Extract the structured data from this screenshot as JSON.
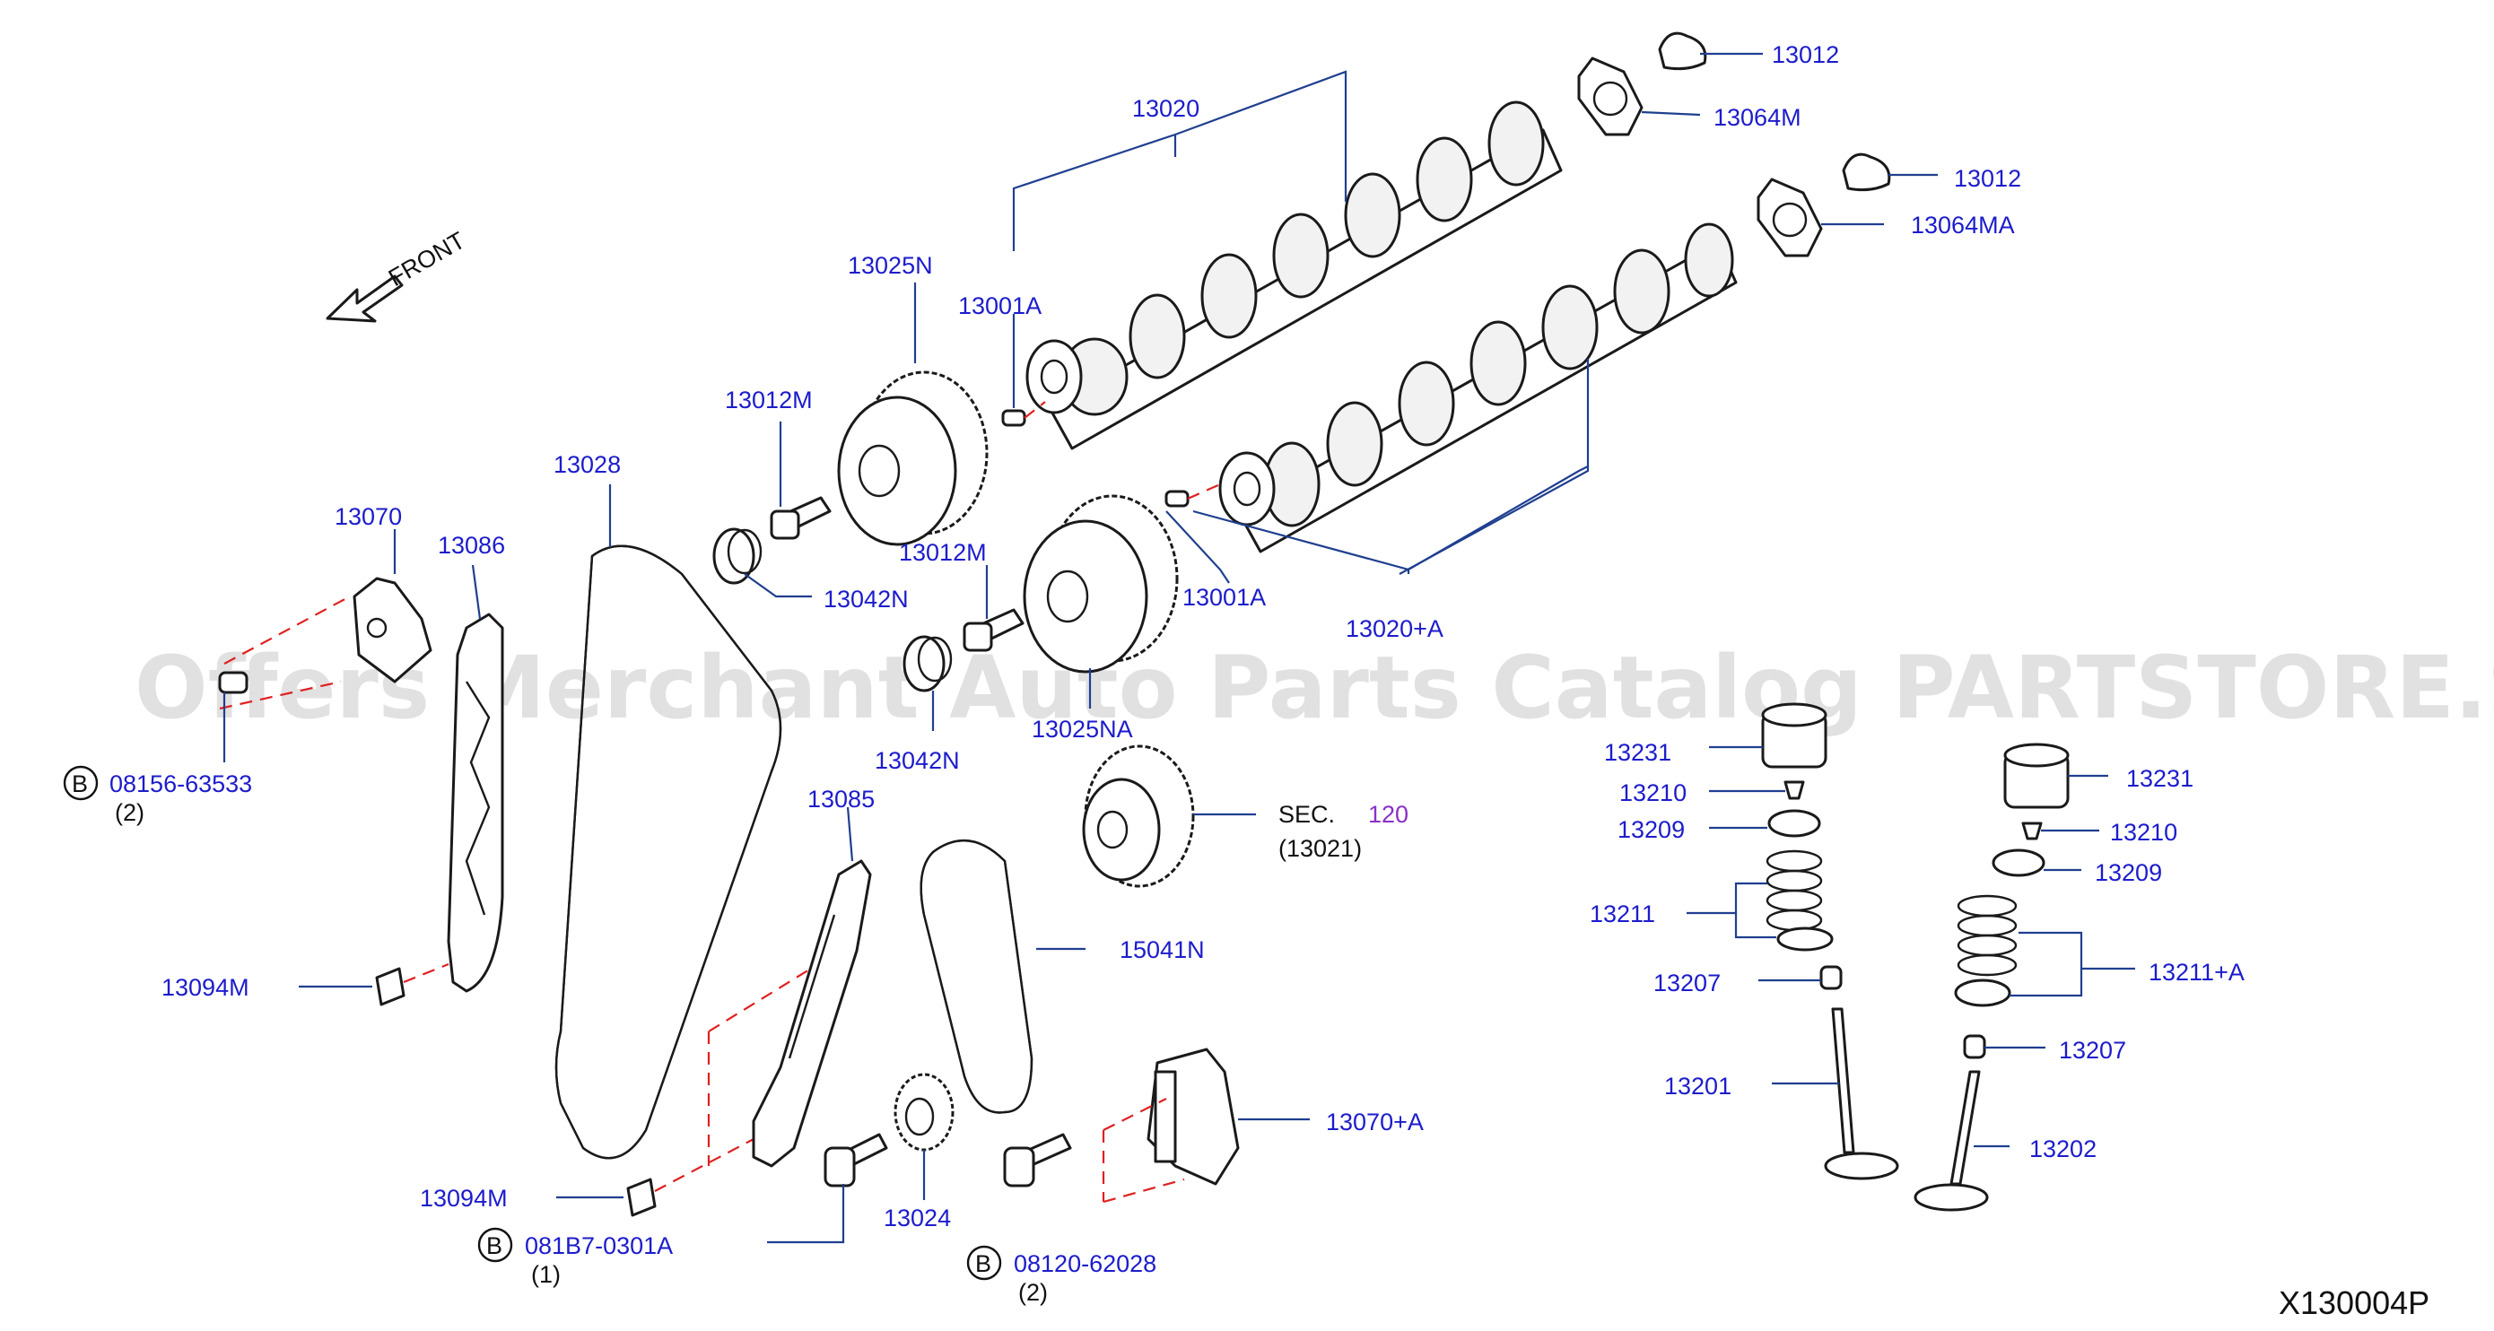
{
  "front_label": "FRONT",
  "watermark": "Offers Merchant Auto Parts Catalog PARTSTORE.SA",
  "figure_code": "X130004P",
  "bolt_marker": "B",
  "sec_ref": {
    "prefix": "SEC.",
    "number": "120",
    "sub": "(13021)"
  },
  "labels": {
    "p13012_a": "13012",
    "p13064M": "13064M",
    "p13012_b": "13012",
    "p13064MA": "13064MA",
    "p13020": "13020",
    "p13025N": "13025N",
    "p13001A_a": "13001A",
    "p13012M_a": "13012M",
    "p13028": "13028",
    "p13070": "13070",
    "p13086": "13086",
    "p13042N_a": "13042N",
    "p13012M_b": "13012M",
    "p13001A_b": "13001A",
    "p13020A": "13020+A",
    "p13042N_b": "13042N",
    "p13025NA": "13025NA",
    "p08156": "08156-63533",
    "p08156_qty": "(2)",
    "p13085": "13085",
    "p15041N": "15041N",
    "p13094M_a": "13094M",
    "p13094M_b": "13094M",
    "p081B7": "081B7-0301A",
    "p081B7_qty": "(1)",
    "p13024": "13024",
    "p13070A": "13070+A",
    "p08120": "08120-62028",
    "p08120_qty": "(2)",
    "p13231_a": "13231",
    "p13210_a": "13210",
    "p13209_a": "13209",
    "p13211": "13211",
    "p13207_a": "13207",
    "p13201": "13201",
    "p13231_b": "13231",
    "p13210_b": "13210",
    "p13209_b": "13209",
    "p13211A": "13211+A",
    "p13207_b": "13207",
    "p13202": "13202"
  }
}
